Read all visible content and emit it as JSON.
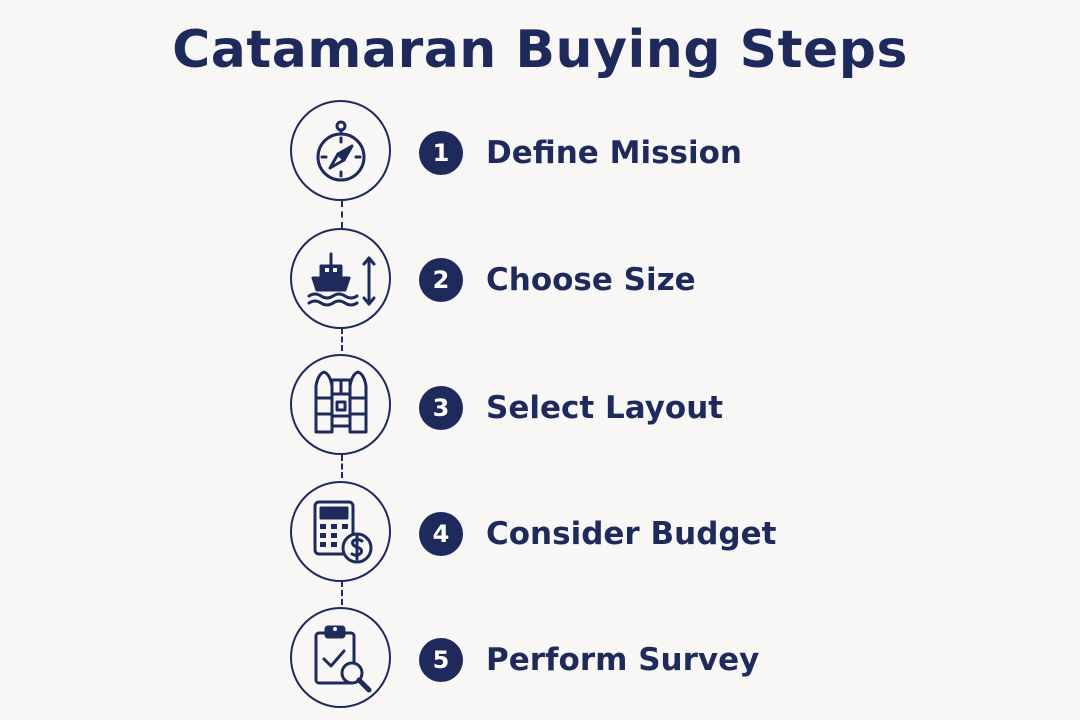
{
  "title": "Catamaran Buying Steps",
  "colors": {
    "primary": "#1f2a5c",
    "background": "#f8f7f6"
  },
  "steps": [
    {
      "number": "1",
      "label": "Define Mission",
      "icon": "compass-icon"
    },
    {
      "number": "2",
      "label": "Choose Size",
      "icon": "boat-size-icon"
    },
    {
      "number": "3",
      "label": "Select Layout",
      "icon": "catamaran-layout-icon"
    },
    {
      "number": "4",
      "label": "Consider Budget",
      "icon": "calculator-dollar-icon"
    },
    {
      "number": "5",
      "label": "Perform Survey",
      "icon": "clipboard-search-icon"
    }
  ]
}
